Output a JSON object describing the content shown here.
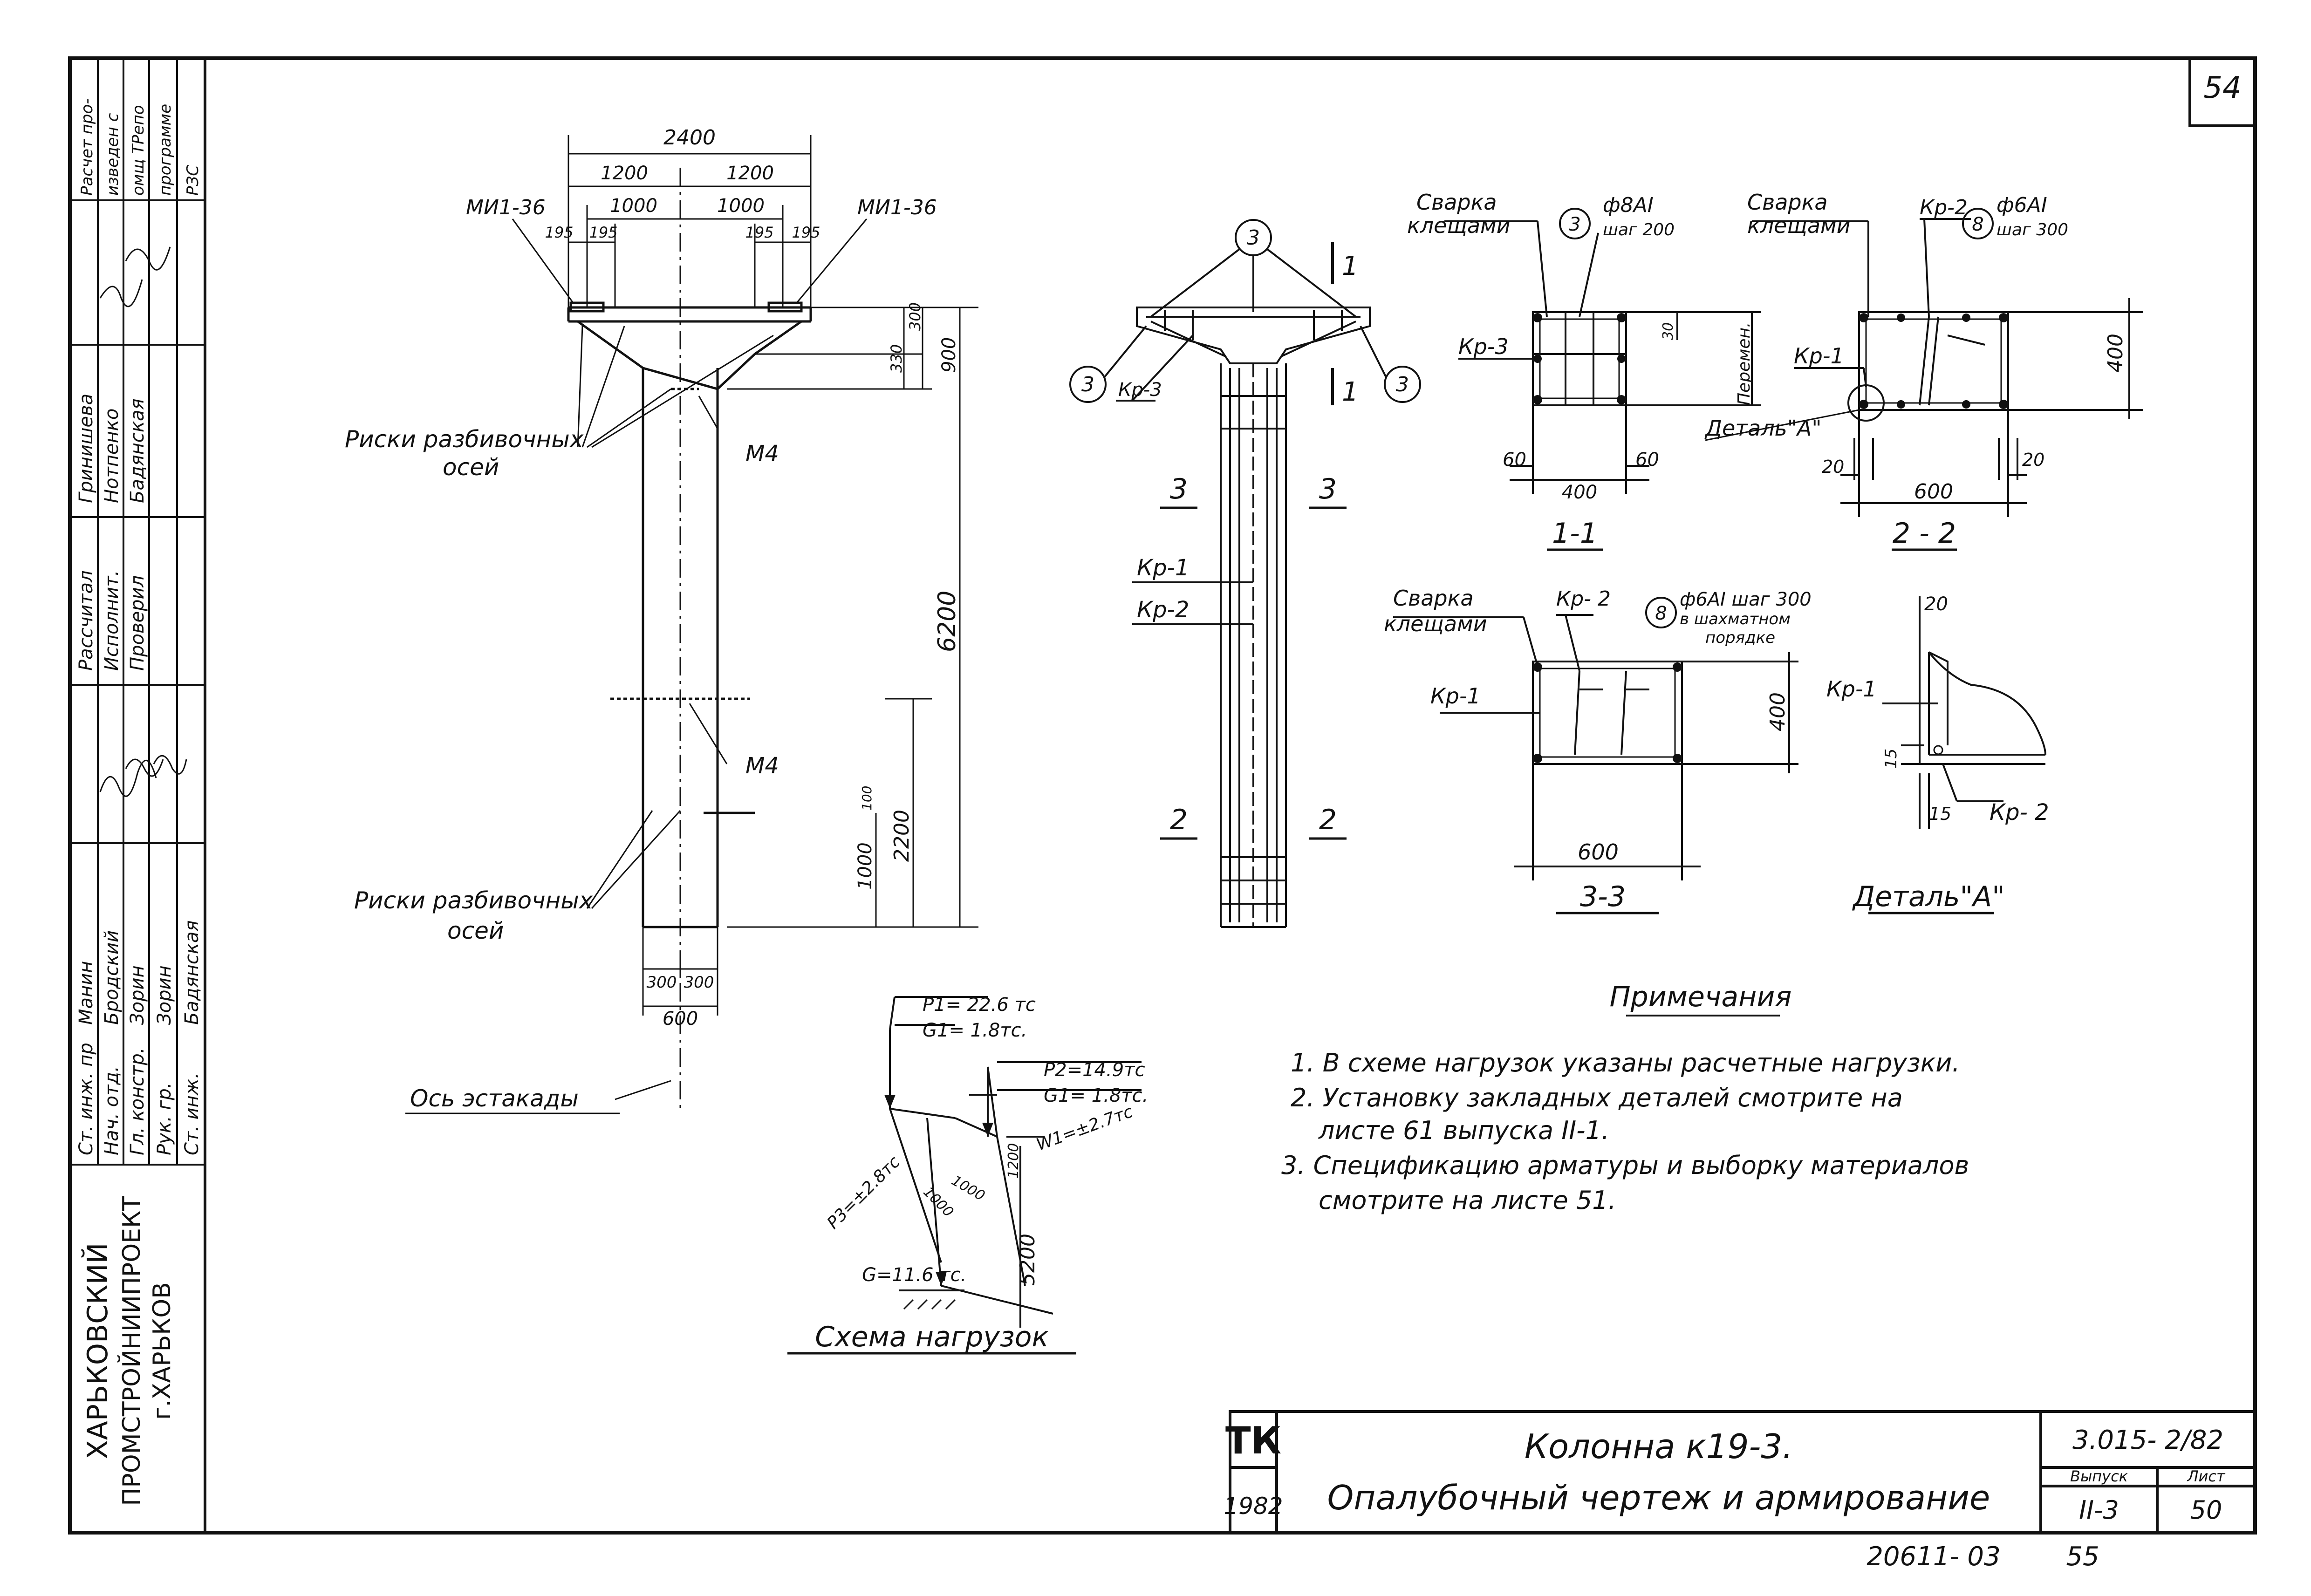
{
  "sheet": {
    "page_number": "54",
    "org": {
      "line1": "ХАРЬКОВСКИЙ",
      "line2": "ПРОМСТРОЙНИИПРОЕКТ",
      "line3": "г.ХАРЬКОВ"
    },
    "stamp_roles": [
      "Ст. инж. пр",
      "Нач. отд.",
      "Гл. констр.",
      "Рук. гр.",
      "Ст. инж."
    ],
    "stamp_names": [
      "Манин",
      "Бродский",
      "Зорин",
      "Зорин",
      "Бадянская"
    ],
    "stamp_roles2": [
      "Рассчитал",
      "Исполнит.",
      "Проверил"
    ],
    "stamp_names2": [
      "Гринишева",
      "Нотпенко",
      "Бадянская"
    ],
    "stamp_note": [
      "Расчет про-",
      "изведен с",
      "омщ ТРепо",
      "программе",
      "РЗС"
    ],
    "title": {
      "code": "ТК",
      "year": "1982",
      "line1": "Колонна к19-3.",
      "line2": "Опалубочный чертеж и армирование",
      "series": "3.015- 2/82",
      "issue_label": "Выпуск",
      "issue": "II-3",
      "sheet_label": "Лист",
      "sheet_no": "50"
    },
    "bottom_number": "20611- 03",
    "bottom_page": "55"
  },
  "elevation": {
    "dim_top": "2400",
    "dim_1200_left": "1200",
    "dim_1200_right": "1200",
    "dim_1000_left": "1000",
    "dim_1000_right": "1000",
    "dim_195_a": "195",
    "dim_195_b": "195",
    "dim_195_c": "195",
    "dim_195_d": "195",
    "label_mi_left": "МИ1-36",
    "label_mi_right": "МИ1-36",
    "dim_330": "330",
    "dim_300": "300",
    "dim_900": "900",
    "dim_6200": "6200",
    "label_risk_1": "Риски разбивочных",
    "label_risk_1b": "осей",
    "label_m4_1": "М4",
    "label_m4_2": "М4",
    "dim_100": "100",
    "dim_2200": "2200",
    "dim_1000": "1000",
    "label_risk_2": "Риски разбивочных",
    "label_risk_2b": "осей",
    "dim_300_a": "300",
    "dim_300_b": "300",
    "dim_600": "600",
    "label_axis": "Ось эстакады"
  },
  "rebar_view": {
    "circle_3": "3",
    "section_1": "1",
    "label_kr3": "Кр-3",
    "section_3": "3",
    "label_kr1": "Кр-1",
    "label_kr2": "Кр-2",
    "section_2": "2"
  },
  "section_1_1": {
    "label_weld": "Сварка",
    "label_weld2": "клещами",
    "circle": "3",
    "bar": "ф8АI",
    "step": "шаг 200",
    "label_kr3": "Кр-3",
    "dim_30": "30",
    "label_var": "Перемен.",
    "dim_60_l": "60",
    "dim_400": "400",
    "dim_60_r": "60",
    "title": "1-1"
  },
  "section_2_2": {
    "label_weld": "Сварка",
    "label_weld2": "клещами",
    "label_kr2": "Кр-2",
    "circle": "8",
    "bar": "ф6АI",
    "step": "шаг 300",
    "label_kr1": "Кр-1",
    "dim_400": "400",
    "detail": "Деталь\"А\"",
    "dim_20_l": "20",
    "dim_600": "600",
    "dim_20_r": "20",
    "title": "2 - 2"
  },
  "section_3_3": {
    "label_weld": "Сварка",
    "label_weld2": "клещами",
    "label_kr2": "Кр- 2",
    "circle": "8",
    "bar": "ф6АI шаг 300",
    "pattern": "в шахматном",
    "pattern2": "порядке",
    "label_kr1": "Кр-1",
    "dim_400": "400",
    "dim_600": "600",
    "title": "3-3"
  },
  "detail_a": {
    "dim_20": "20",
    "label_kr1": "Кр-1",
    "dim_15_v": "15",
    "dim_15_h": "15",
    "label_kr2": "Кр- 2",
    "title": "Деталь\"А\""
  },
  "load_scheme": {
    "p1": "P1= 22.6 тс",
    "g1a": "G1= 1.8тс.",
    "p2": "P2=14.9тс",
    "g1b": "G1= 1.8тс.",
    "w": "W1=±2.7тс",
    "p3": "P3=±2.8тс",
    "d1000a": "1000",
    "d1000b": "1000",
    "d1200": "1200",
    "g": "G=11.6 тс.",
    "d5200": "5200",
    "title": "Схема нагрузок"
  },
  "notes": {
    "title": "Примечания",
    "items": [
      "1. В схеме нагрузок указаны расчетные нагрузки.",
      "2. Установку закладных деталей смотрите на",
      "листе 61 выпуска II-1.",
      "3. Спецификацию арматуры и выборку материалов",
      "смотрите на листе 51."
    ]
  }
}
